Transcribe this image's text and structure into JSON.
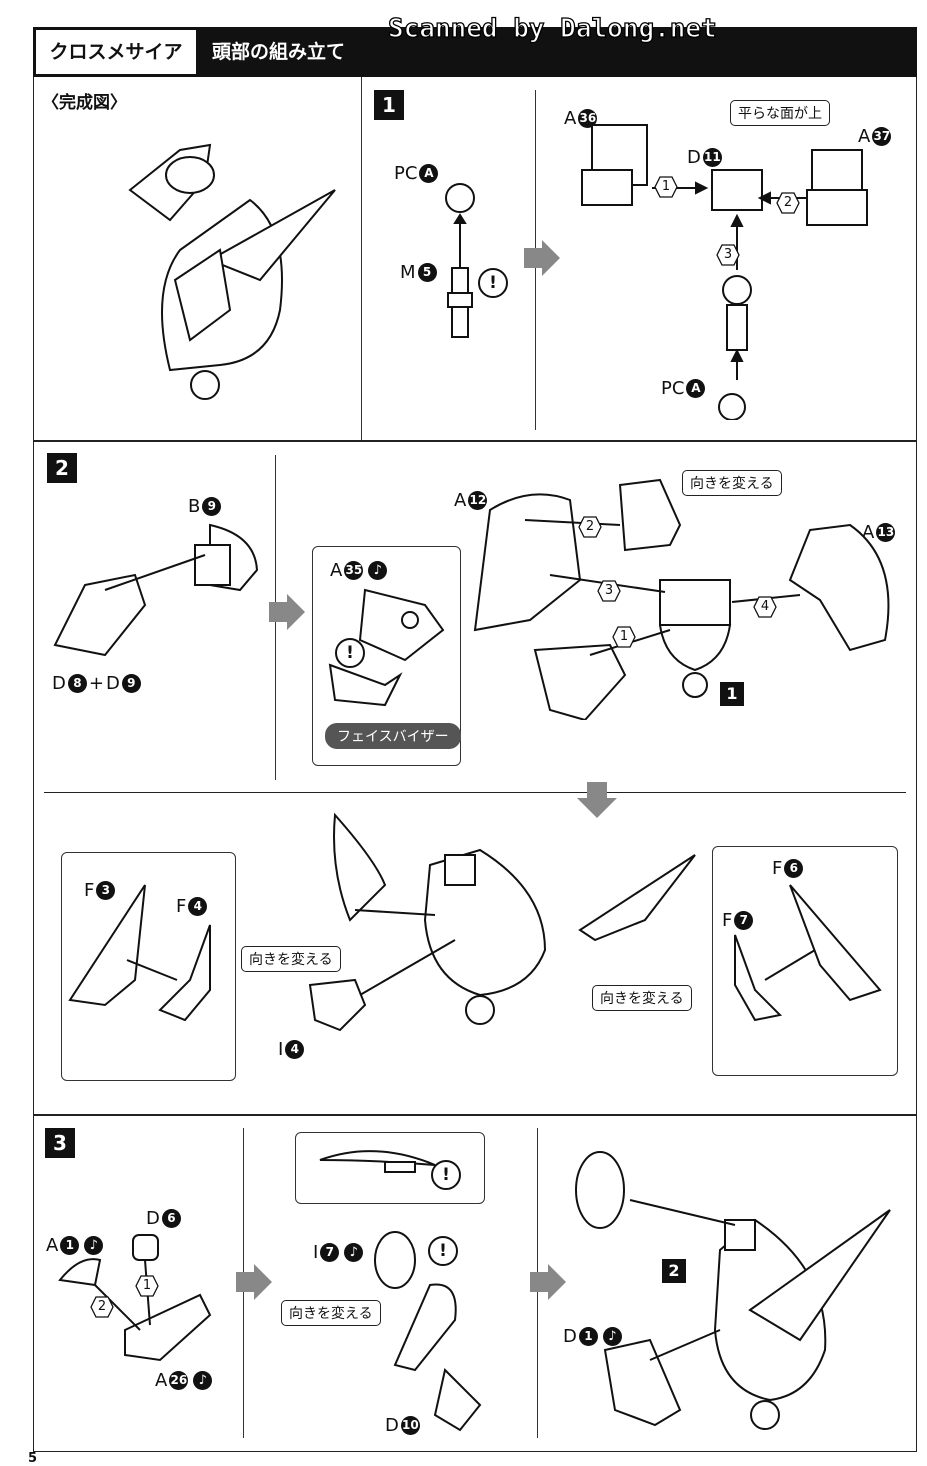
{
  "header": {
    "series": "クロスメサイア",
    "title": "頭部の組み立て",
    "watermark": "Scanned by Dalong.net"
  },
  "completed_label": "〈完成図〉",
  "steps": {
    "s1": "1",
    "s2": "2",
    "s3": "3"
  },
  "step1": {
    "pcA_top": {
      "runner": "PC",
      "num": "A"
    },
    "m5": {
      "runner": "M",
      "num": "5"
    },
    "a36": {
      "runner": "A",
      "num": "36"
    },
    "a37": {
      "runner": "A",
      "num": "37"
    },
    "d11": {
      "runner": "D",
      "num": "11"
    },
    "flat_face_up": "平らな面が上",
    "pcA_bottom": {
      "runner": "PC",
      "num": "A"
    },
    "order": [
      "1",
      "2",
      "3"
    ]
  },
  "step2": {
    "b9": {
      "runner": "B",
      "num": "9"
    },
    "d8": {
      "runner": "D",
      "num": "8"
    },
    "plus": "+",
    "d9": {
      "runner": "D",
      "num": "9"
    },
    "a35": {
      "runner": "A",
      "num": "35"
    },
    "face_visor": "フェイスバイザー",
    "a12": {
      "runner": "A",
      "num": "12"
    },
    "a13": {
      "runner": "A",
      "num": "13"
    },
    "change_direction": "向きを変える",
    "ref_step": "1",
    "order": [
      "1",
      "2",
      "3",
      "4"
    ],
    "f3": {
      "runner": "F",
      "num": "3"
    },
    "f4": {
      "runner": "F",
      "num": "4"
    },
    "f6": {
      "runner": "F",
      "num": "6"
    },
    "f7": {
      "runner": "F",
      "num": "7"
    },
    "i4": {
      "runner": "I",
      "num": "4"
    }
  },
  "step3": {
    "a1": {
      "runner": "A",
      "num": "1"
    },
    "d6": {
      "runner": "D",
      "num": "6"
    },
    "a26": {
      "runner": "A",
      "num": "26"
    },
    "i7": {
      "runner": "I",
      "num": "7"
    },
    "d10": {
      "runner": "D",
      "num": "10"
    },
    "ref_step": "2",
    "d1": {
      "runner": "D",
      "num": "1"
    },
    "change_direction": "向きを変える",
    "order": [
      "1",
      "2"
    ]
  },
  "warning": "!",
  "page_number": "5"
}
